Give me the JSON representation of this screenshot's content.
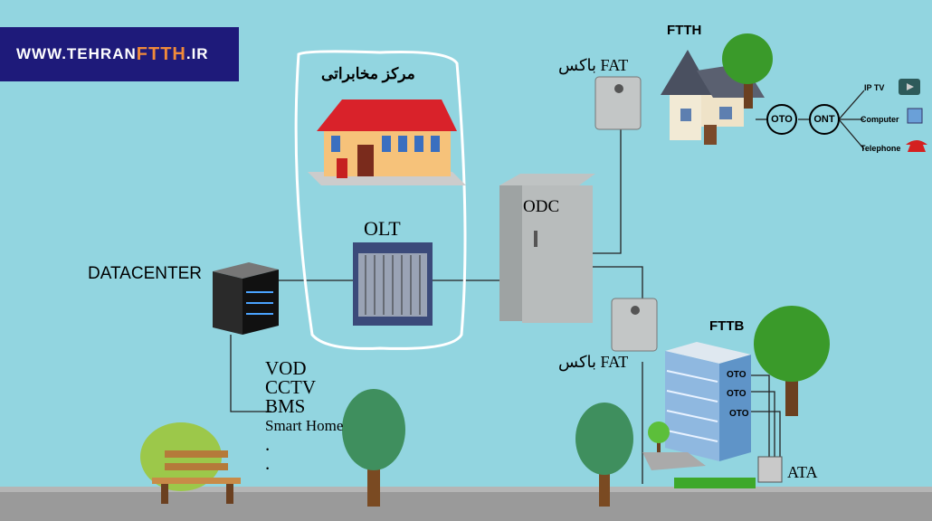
{
  "logo": {
    "text_a": "WWW.TEHRAN",
    "text_b": "FTTH",
    "text_c": ".IR"
  },
  "labels": {
    "central_office": "مرکز مخابراتی",
    "olt": "OLT",
    "datacenter": "DATACENTER",
    "odc": "ODC",
    "fat_top": "باکس FAT",
    "fat_bottom": "باکس FAT",
    "ftth": "FTTH",
    "fttb": "FTTB",
    "oto": "OTO",
    "ont": "ONT",
    "ip_tv": "IP TV",
    "computer": "Computer",
    "telephone": "Telephone",
    "oto_1": "OTO",
    "oto_2": "OTO",
    "oto_3": "OTO",
    "ata": "ATA"
  },
  "services": [
    "VOD",
    "CCTV",
    "BMS",
    "Smart Home",
    ".",
    "."
  ],
  "colors": {
    "background": "#92d5e0",
    "logo_bg": "#1e1a7a",
    "accent": "#f08a3a"
  }
}
